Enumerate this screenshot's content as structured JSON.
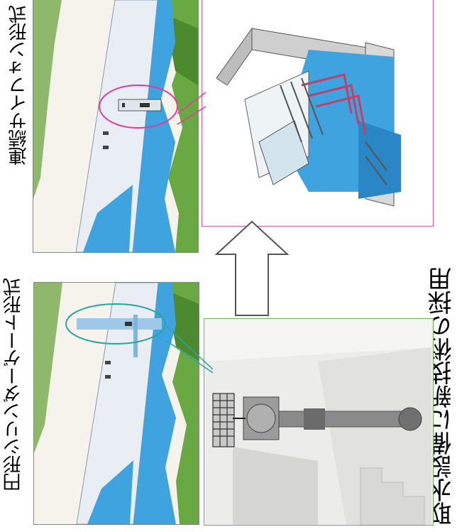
{
  "labels": {
    "main_title": "取水設備に新技術の採用",
    "left_label": "円形シリンダーゲート形式",
    "right_label": "連続サイフォン形式"
  },
  "colors": {
    "water": "#3ea3df",
    "water_dark": "#2a86c4",
    "forest": "#5e9c3a",
    "pink_frame": "#e05ca8",
    "pink_ellipse": "#e23c96",
    "teal_ellipse": "#27a6a0",
    "green_frame": "#6fb25a"
  },
  "icons": {
    "arrow": "hollow-arrow-up-icon"
  }
}
